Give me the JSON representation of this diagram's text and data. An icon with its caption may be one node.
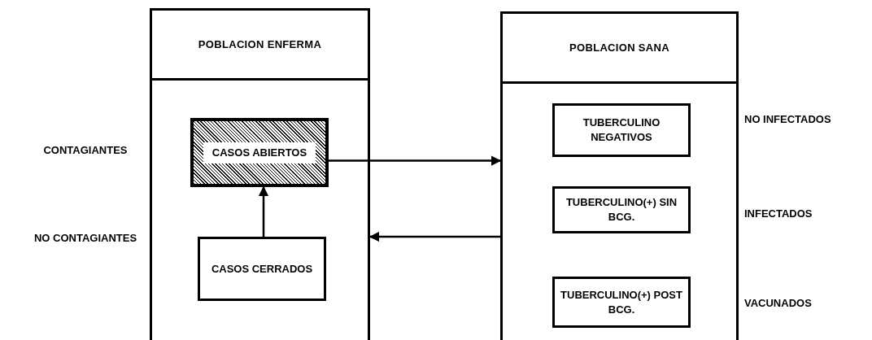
{
  "diagram": {
    "nodes": [
      {
        "text": [
          "POBLACION ENFERMA"
        ]
      },
      {
        "text": [
          "CASOS ABIERTOS"
        ],
        "in": 0
      },
      {
        "text": [
          "CASOS CERRADOS"
        ],
        "in": 0
      },
      {
        "text": [
          "POBLACION SANA"
        ]
      },
      {
        "text": [
          "TUBERCULINO NEGATIVOS"
        ],
        "in": 3
      },
      {
        "text": [
          "TUBERCULINO(+) SIN BCG."
        ],
        "in": 3
      },
      {
        "text": [
          "TUBERCULINO(+) POST BCG."
        ],
        "in": 3
      }
    ],
    "edges": [
      {
        "from": 2,
        "to": 1,
        "arrow": "to"
      },
      {
        "from": 1,
        "to": 3,
        "arrow": "to"
      },
      {
        "from": 3,
        "to": 0,
        "arrow": "to"
      }
    ],
    "labels": [
      "CONTAGIANTES",
      "NO INFECTADOS",
      "INFECTADOS",
      "NO CONTAGIANTES",
      "VACUNADOS"
    ]
  }
}
